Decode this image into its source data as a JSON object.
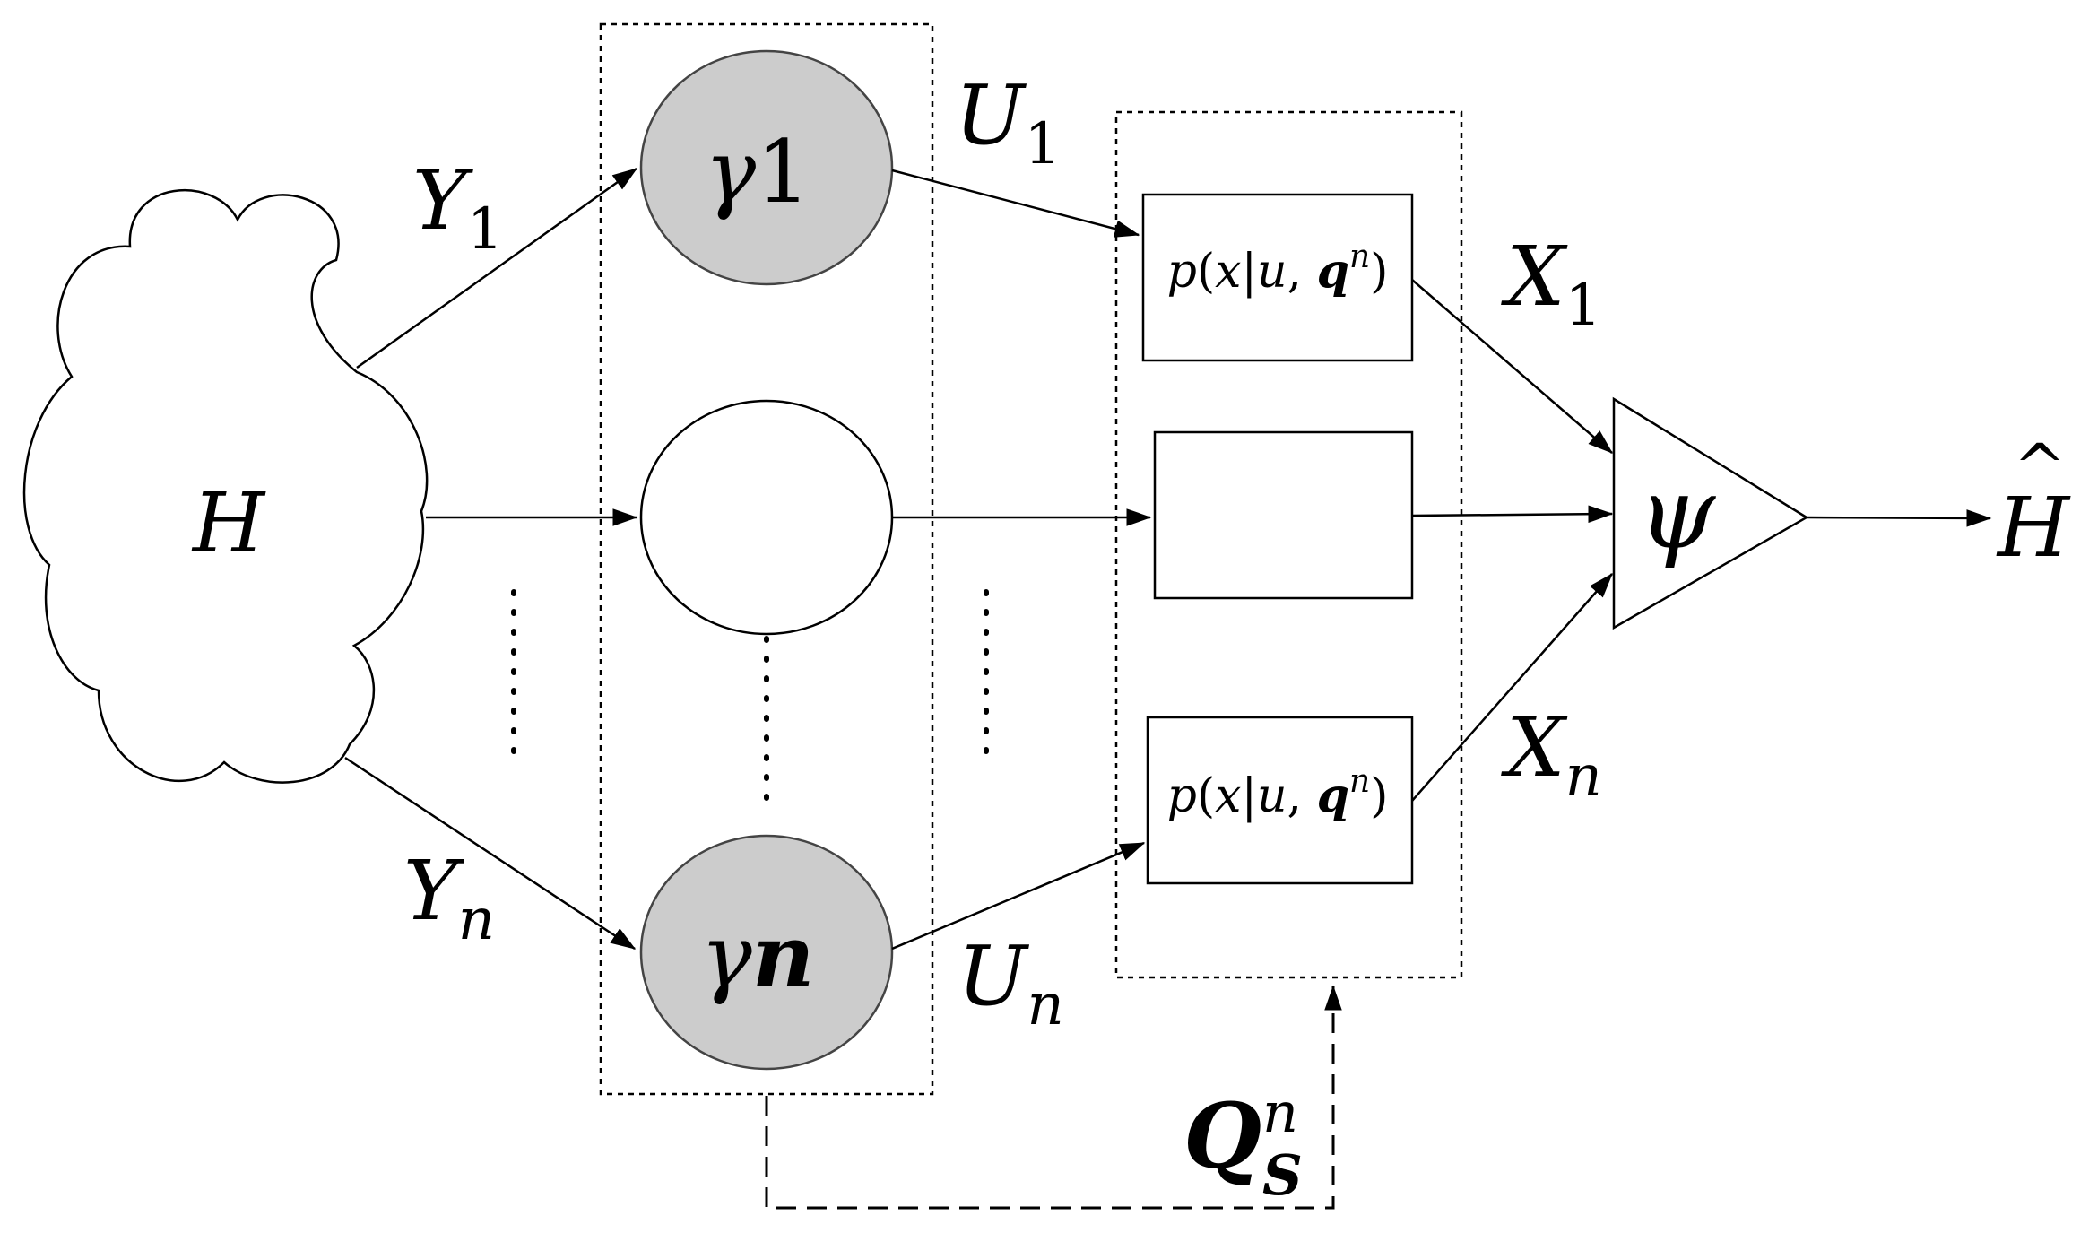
{
  "labels": {
    "source": "H",
    "y1_main": "Y",
    "y1_sub": "1",
    "yn_main": "Y",
    "yn_sub": "n",
    "gamma1_main": "γ",
    "gamma1_sub": "1",
    "gamman_main": "γ",
    "gamman_sub": "n",
    "u1_main": "U",
    "u1_sub": "1",
    "un_main": "U",
    "un_sub": "n",
    "channel_top_prefix": "p",
    "channel_top_open": "(",
    "channel_top_x": "x",
    "channel_top_bar": "|",
    "channel_top_u": "u",
    "channel_top_comma": ",",
    "channel_top_q": "q",
    "channel_top_sup": "n",
    "channel_top_close": ")",
    "channel_bot_prefix": "p",
    "channel_bot_open": "(",
    "channel_bot_x": "x",
    "channel_bot_bar": "|",
    "channel_bot_u": "u",
    "channel_bot_comma": ",",
    "channel_bot_q": "q",
    "channel_bot_sup": "n",
    "channel_bot_close": ")",
    "x1_main": "X",
    "x1_sub": "1",
    "xn_main": "X",
    "xn_sub": "n",
    "fusion": "ψ",
    "output": "H",
    "output_hat": "^",
    "strategy_main": "Q",
    "strategy_sup": "n",
    "strategy_sub": "S"
  },
  "colors": {
    "filled_node": "#cccccc",
    "stroke": "#000000",
    "background": "#ffffff"
  }
}
